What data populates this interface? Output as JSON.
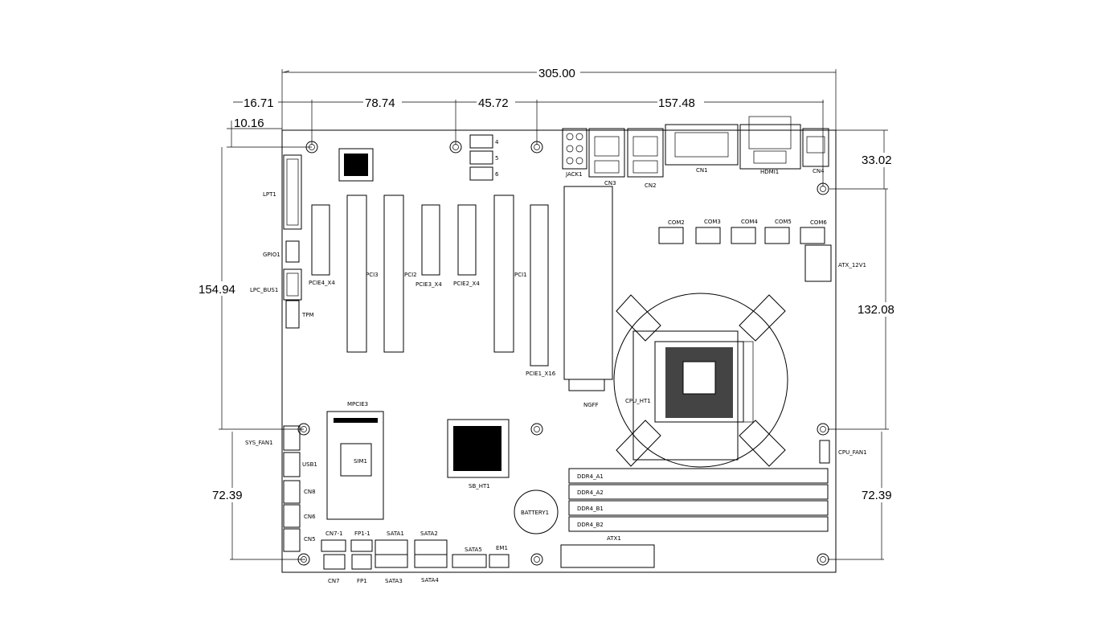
{
  "dimensions": {
    "width_total": "305.00",
    "hole_1": "16.71",
    "hole_2": "78.74",
    "hole_3": "45.72",
    "hole_4": "157.48",
    "offset_top": "10.16",
    "right_top": "33.02",
    "left_height": "154.94",
    "right_height": "132.08",
    "bottom_left": "72.39",
    "bottom_right": "72.39"
  },
  "labels": {
    "lpt1": "LPT1",
    "gpio1": "GPIO1",
    "lpc_bus1": "LPC_BUS1",
    "tpm": "TPM",
    "sys_fan1": "SYS_FAN1",
    "usb1": "USB1",
    "cn8": "CN8",
    "cn6": "CN6",
    "cn5": "CN5",
    "cn7_1": "CN7-1",
    "fp1_1": "FP1-1",
    "sata1": "SATA1",
    "sata2": "SATA2",
    "sata3": "SATA3",
    "sata4": "SATA4",
    "sata5": "SATA5",
    "em1": "EM1",
    "cn7": "CN7",
    "fp1": "FP1",
    "mpcie3": "MPCIE3",
    "sim1": "SIM1",
    "sb_ht1": "SB_HT1",
    "battery1": "BATTERY1",
    "atx1": "ATX1",
    "ddr4_a1": "DDR4_A1",
    "ddr4_a2": "DDR4_A2",
    "ddr4_b1": "DDR4_B1",
    "ddr4_b2": "DDR4_B2",
    "cpu_ht1": "CPU_HT1",
    "cpu_fan1": "CPU_FAN1",
    "atx_12v1": "ATX_12V1",
    "ngff": "NGFF",
    "pcie1_x16": "PCIE1_X16",
    "pci1": "PCI1",
    "pcie2_x4": "PCIE2_X4",
    "pcie3_x4": "PCIE3_X4",
    "pci2": "PCI2",
    "pci3": "PCI3",
    "pcie4_x4": "PCIE4_X4",
    "jack1": "JACK1",
    "cn3": "CN3",
    "cn2": "CN2",
    "cn1": "CN1",
    "hdmi1": "HDMI1",
    "cn4": "CN4",
    "com2": "COM2",
    "com3": "COM3",
    "com4": "COM4",
    "com5": "COM5",
    "com6": "COM6",
    "pin4": "4",
    "pin5": "5",
    "pin6": "6"
  }
}
